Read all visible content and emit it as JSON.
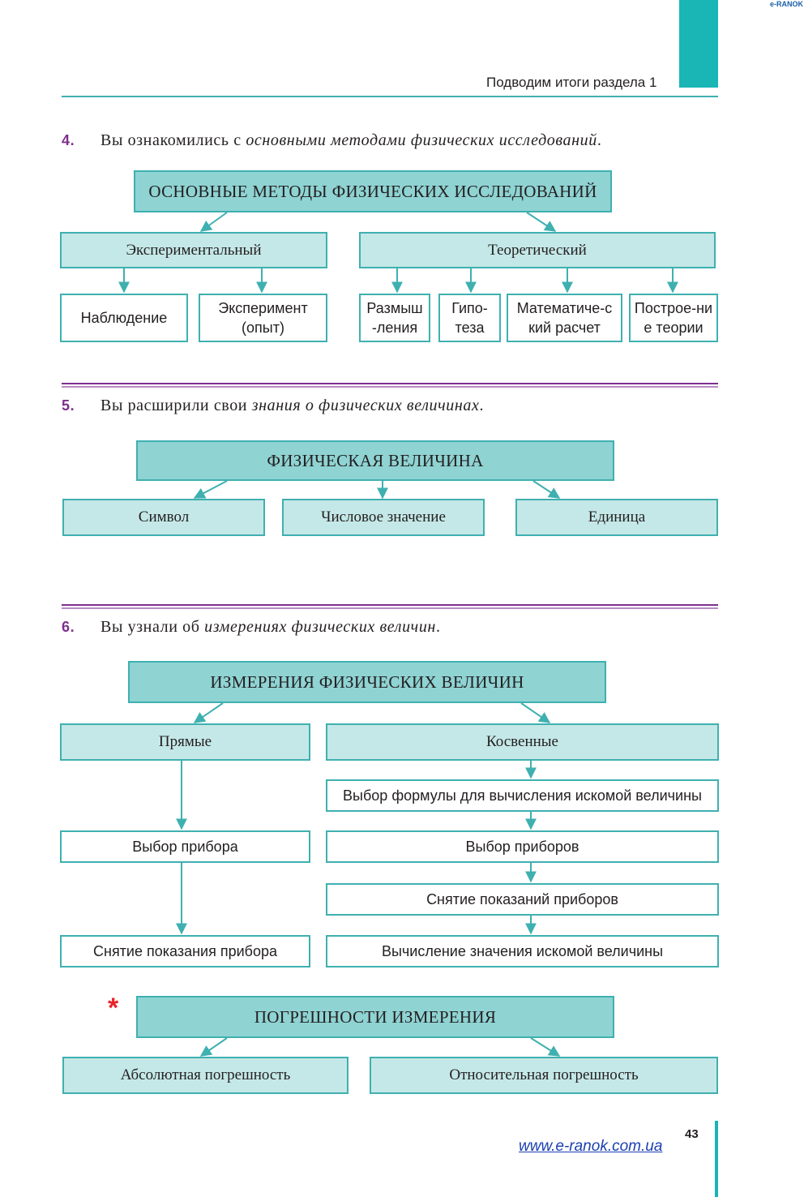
{
  "header": {
    "brand": "e-RANOK",
    "running_title": "Подводим итоги раздела 1",
    "accent_color": "#1ab5b5"
  },
  "section4": {
    "number": "4.",
    "text_plain": "Вы ознакомились с",
    "text_italic": "основными методами физических исследований",
    "text_end": ".",
    "diagram": {
      "title": "ОСНОВНЫЕ МЕТОДЫ ФИЗИЧЕСКИХ ИССЛЕДОВАНИЙ",
      "left": "Экспериментальный",
      "right": "Теоретический",
      "left_items": [
        "Наблюдение",
        "Эксперимент (опыт)"
      ],
      "right_items": [
        "Размыш-ления",
        "Гипо-теза",
        "Математиче-ский расчет",
        "Построе-ние теории"
      ]
    }
  },
  "section5": {
    "number": "5.",
    "text_plain": "Вы расширили свои",
    "text_italic": "знания о физических величинах",
    "text_end": ".",
    "diagram": {
      "title": "ФИЗИЧЕСКАЯ ВЕЛИЧИНА",
      "items": [
        "Символ",
        "Числовое значение",
        "Единица"
      ]
    }
  },
  "section6": {
    "number": "6.",
    "text_plain": "Вы узнали об",
    "text_italic": "измерениях физических величин",
    "text_end": ".",
    "diagram": {
      "title": "ИЗМЕРЕНИЯ ФИЗИЧЕСКИХ ВЕЛИЧИН",
      "direct": "Прямые",
      "indirect": "Косвенные",
      "direct_steps": [
        "Выбор прибора",
        "Снятие показания прибора"
      ],
      "indirect_steps": [
        "Выбор формулы для вычисления искомой величины",
        "Выбор приборов",
        "Снятие показаний приборов",
        "Вычисление значения искомой величины"
      ]
    }
  },
  "errors": {
    "marker": "*",
    "marker_color": "#e8232a",
    "title": "ПОГРЕШНОСТИ ИЗМЕРЕНИЯ",
    "items": [
      "Абсолютная погрешность",
      "Относительная погрешность"
    ]
  },
  "footer": {
    "page_number": "43",
    "url": "www.e-ranok.com.ua"
  }
}
